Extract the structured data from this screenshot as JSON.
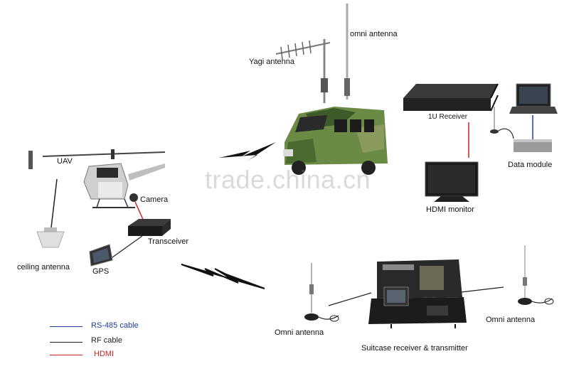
{
  "labels": {
    "omni_antenna_top": "omni antenna",
    "yagi_antenna": "Yagi antenna",
    "receiver_1u": "1U Receiver",
    "data_module": "Data module",
    "hdmi_monitor": "HDMI monitor",
    "uav": "UAV",
    "camera": "Camera",
    "transceiver": "Transceiver",
    "ceiling_antenna": "ceiling antenna",
    "gps": "GPS",
    "omni_antenna_left": "Omni antenna",
    "omni_antenna_right": "Omni antenna",
    "suitcase": "Suitcase receiver & transmitter"
  },
  "legend": [
    {
      "label": "RS-485 cable",
      "color": "#1f3d99"
    },
    {
      "label": "RF cable",
      "color": "#222222"
    },
    {
      "label": "HDMI",
      "color": "#cc2222"
    }
  ],
  "watermark": "trade.china.cn",
  "colors": {
    "hdmi": "#cc2222",
    "rf": "#222222",
    "rs485": "#1f3d99",
    "camo_green": "#5a7a3a"
  }
}
